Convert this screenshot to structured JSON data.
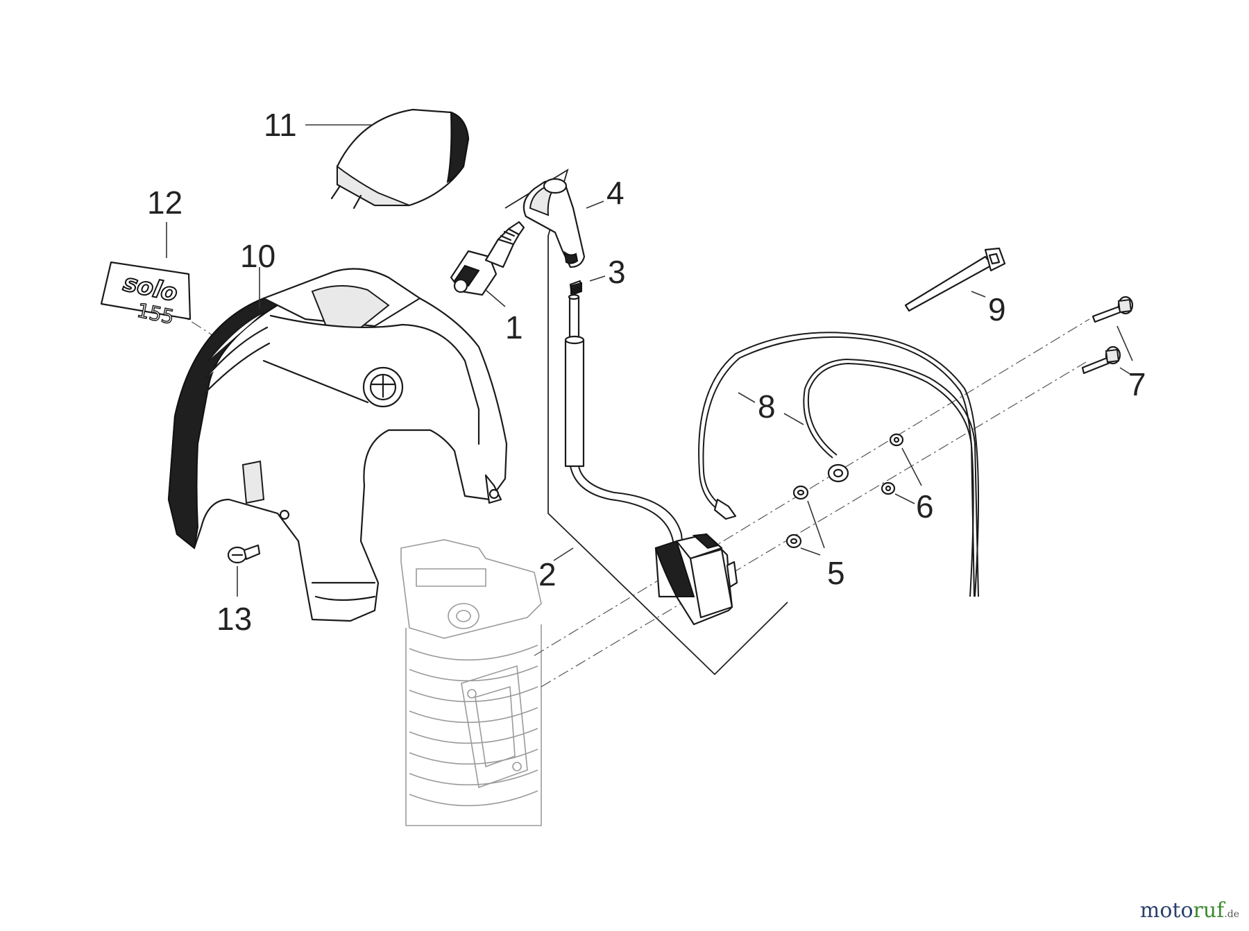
{
  "diagram": {
    "callouts": {
      "c1": "1",
      "c2": "2",
      "c3": "3",
      "c4": "4",
      "c5": "5",
      "c6": "6",
      "c7": "7",
      "c8": "8",
      "c9": "9",
      "c10": "10",
      "c11": "11",
      "c12": "12",
      "c13": "13"
    },
    "decal": {
      "brand": "solo",
      "model": "155"
    }
  },
  "watermark": {
    "prefix": "moto",
    "accent": "ruf",
    "suffix": ".de"
  },
  "colors": {
    "watermark_blue": "#2b3f6e",
    "watermark_green": "#3d8a2e",
    "line_art": "#1a1a1a"
  }
}
